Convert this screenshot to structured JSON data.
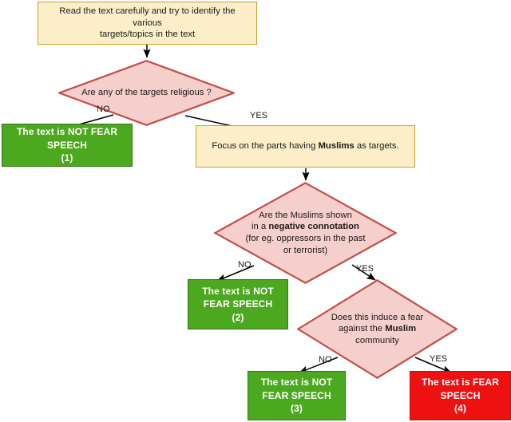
{
  "diagram": {
    "title": "Fear speech annotation decision flowchart",
    "colors": {
      "process_fill": "#fbeec8",
      "process_border": "#c9a227",
      "decision_fill": "#f5cfcb",
      "decision_border": "#c0504d",
      "not_fear_fill": "#4ca81f",
      "not_fear_border": "#2f7a11",
      "fear_fill": "#ee1111",
      "fear_border": "#cc0a0a",
      "edge": "#000000"
    },
    "nodes": {
      "start": {
        "type": "process",
        "line1": "Read the text carefully and try to identify the various",
        "line2": "targets/topics in the text"
      },
      "d1": {
        "type": "decision",
        "line1": "Are any of the targets religious ?"
      },
      "out1": {
        "type": "terminator-green",
        "line1": "The text is NOT FEAR",
        "line2": "SPEECH",
        "line3": "(1)"
      },
      "focus": {
        "type": "process",
        "pre": "Focus on the parts having ",
        "bold": "Muslims",
        "post": " as  targets."
      },
      "d2": {
        "type": "decision",
        "line1": "Are the Muslims shown",
        "line2_pre": "in a ",
        "line2_bold": "negative connotation",
        "line3": "(for eg. oppressors in the past",
        "line4": "or terrorist)"
      },
      "out2": {
        "type": "terminator-green",
        "line1": "The text is NOT",
        "line2": "FEAR SPEECH",
        "line3": "(2)"
      },
      "d3": {
        "type": "decision",
        "line1": "Does this induce a fear",
        "line2_pre": "against the ",
        "line2_bold": "Muslim",
        "line3": "community"
      },
      "out3": {
        "type": "terminator-green",
        "line1": "The text is NOT",
        "line2": "FEAR SPEECH",
        "line3": "(3)"
      },
      "out4": {
        "type": "terminator-red",
        "line1": "The text is FEAR",
        "line2": "SPEECH",
        "line3": "(4)"
      }
    },
    "edge_labels": {
      "d1_no": "NO",
      "d1_yes": "YES",
      "d2_no": "NO",
      "d2_yes": "YES",
      "d3_no": "NO",
      "d3_yes": "YES"
    }
  }
}
